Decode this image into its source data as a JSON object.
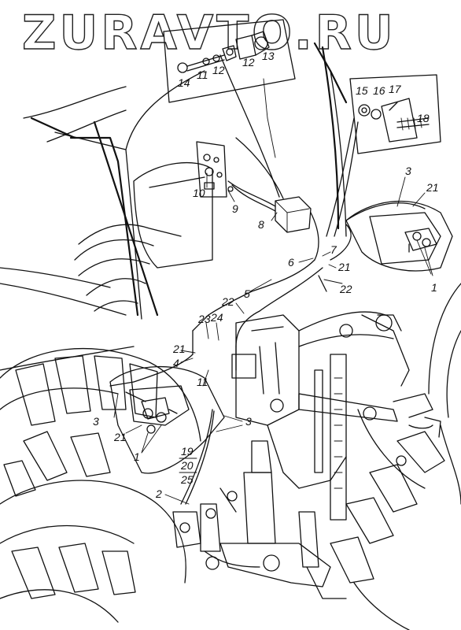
{
  "watermark": "ZURAVTO.RU",
  "inset_top": {
    "callouts": [
      "14",
      "11",
      "12",
      "12",
      "13"
    ]
  },
  "inset_right": {
    "callouts": [
      "15",
      "16",
      "17",
      "18"
    ]
  },
  "callouts": [
    {
      "id": "c10",
      "text": "10"
    },
    {
      "id": "c9",
      "text": "9"
    },
    {
      "id": "c8",
      "text": "8"
    },
    {
      "id": "c3a",
      "text": "3"
    },
    {
      "id": "c21a",
      "text": "21"
    },
    {
      "id": "c7",
      "text": "7"
    },
    {
      "id": "c6",
      "text": "6"
    },
    {
      "id": "c21b",
      "text": "21"
    },
    {
      "id": "c1a",
      "text": "1"
    },
    {
      "id": "c5",
      "text": "5"
    },
    {
      "id": "c22a",
      "text": "22"
    },
    {
      "id": "c22b",
      "text": "22"
    },
    {
      "id": "c23",
      "text": "23"
    },
    {
      "id": "c24",
      "text": "24"
    },
    {
      "id": "c21c",
      "text": "21"
    },
    {
      "id": "c4",
      "text": "4"
    },
    {
      "id": "c11",
      "text": "11"
    },
    {
      "id": "c3b",
      "text": "3"
    },
    {
      "id": "c3c",
      "text": "3"
    },
    {
      "id": "c21d",
      "text": "21"
    },
    {
      "id": "c1b",
      "text": "1"
    },
    {
      "id": "c2",
      "text": "2"
    }
  ],
  "fraction": {
    "top": "19",
    "middle": "20",
    "bottom": "25"
  }
}
